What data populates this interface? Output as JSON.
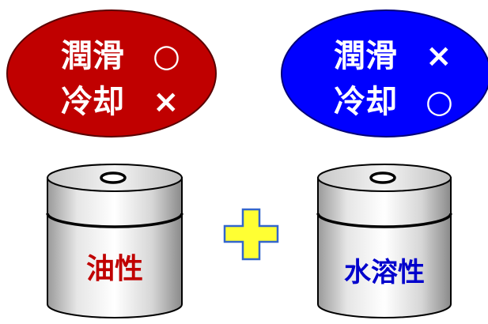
{
  "left_oval": {
    "line1_label": "潤滑",
    "line1_mark": "○",
    "line2_label": "冷却",
    "line2_mark": "×",
    "fill_color": "#c00000",
    "text_color": "#ffffff"
  },
  "right_oval": {
    "line1_label": "潤滑",
    "line1_mark": "×",
    "line2_label": "冷却",
    "line2_mark": "○",
    "fill_color": "#0000ff",
    "text_color": "#ffffff"
  },
  "left_drum": {
    "label": "油性",
    "label_color": "#c00000"
  },
  "right_drum": {
    "label": "水溶性",
    "label_color": "#0000cc"
  },
  "plus_sign": {
    "fill_color": "#ffff33",
    "stroke_color": "#3366cc"
  }
}
